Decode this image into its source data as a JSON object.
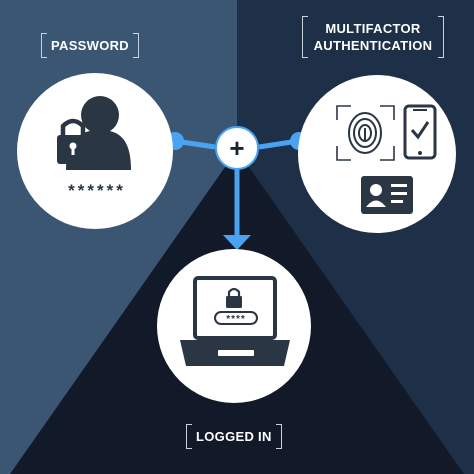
{
  "labels": {
    "password": "PASSWORD",
    "mfa_line1": "MULTIFACTOR",
    "mfa_line2": "AUTHENTICATION",
    "logged_in": "LOGGED IN"
  },
  "password_mask": "******",
  "laptop_pin_mask": "****",
  "connector_symbol": "+",
  "colors": {
    "left_panel": "#3b5672",
    "right_panel": "#1e2f48",
    "triangle": "#121a2a",
    "connector": "#4aa3f0",
    "icon_dark": "#2b3644",
    "circle": "#ffffff"
  }
}
